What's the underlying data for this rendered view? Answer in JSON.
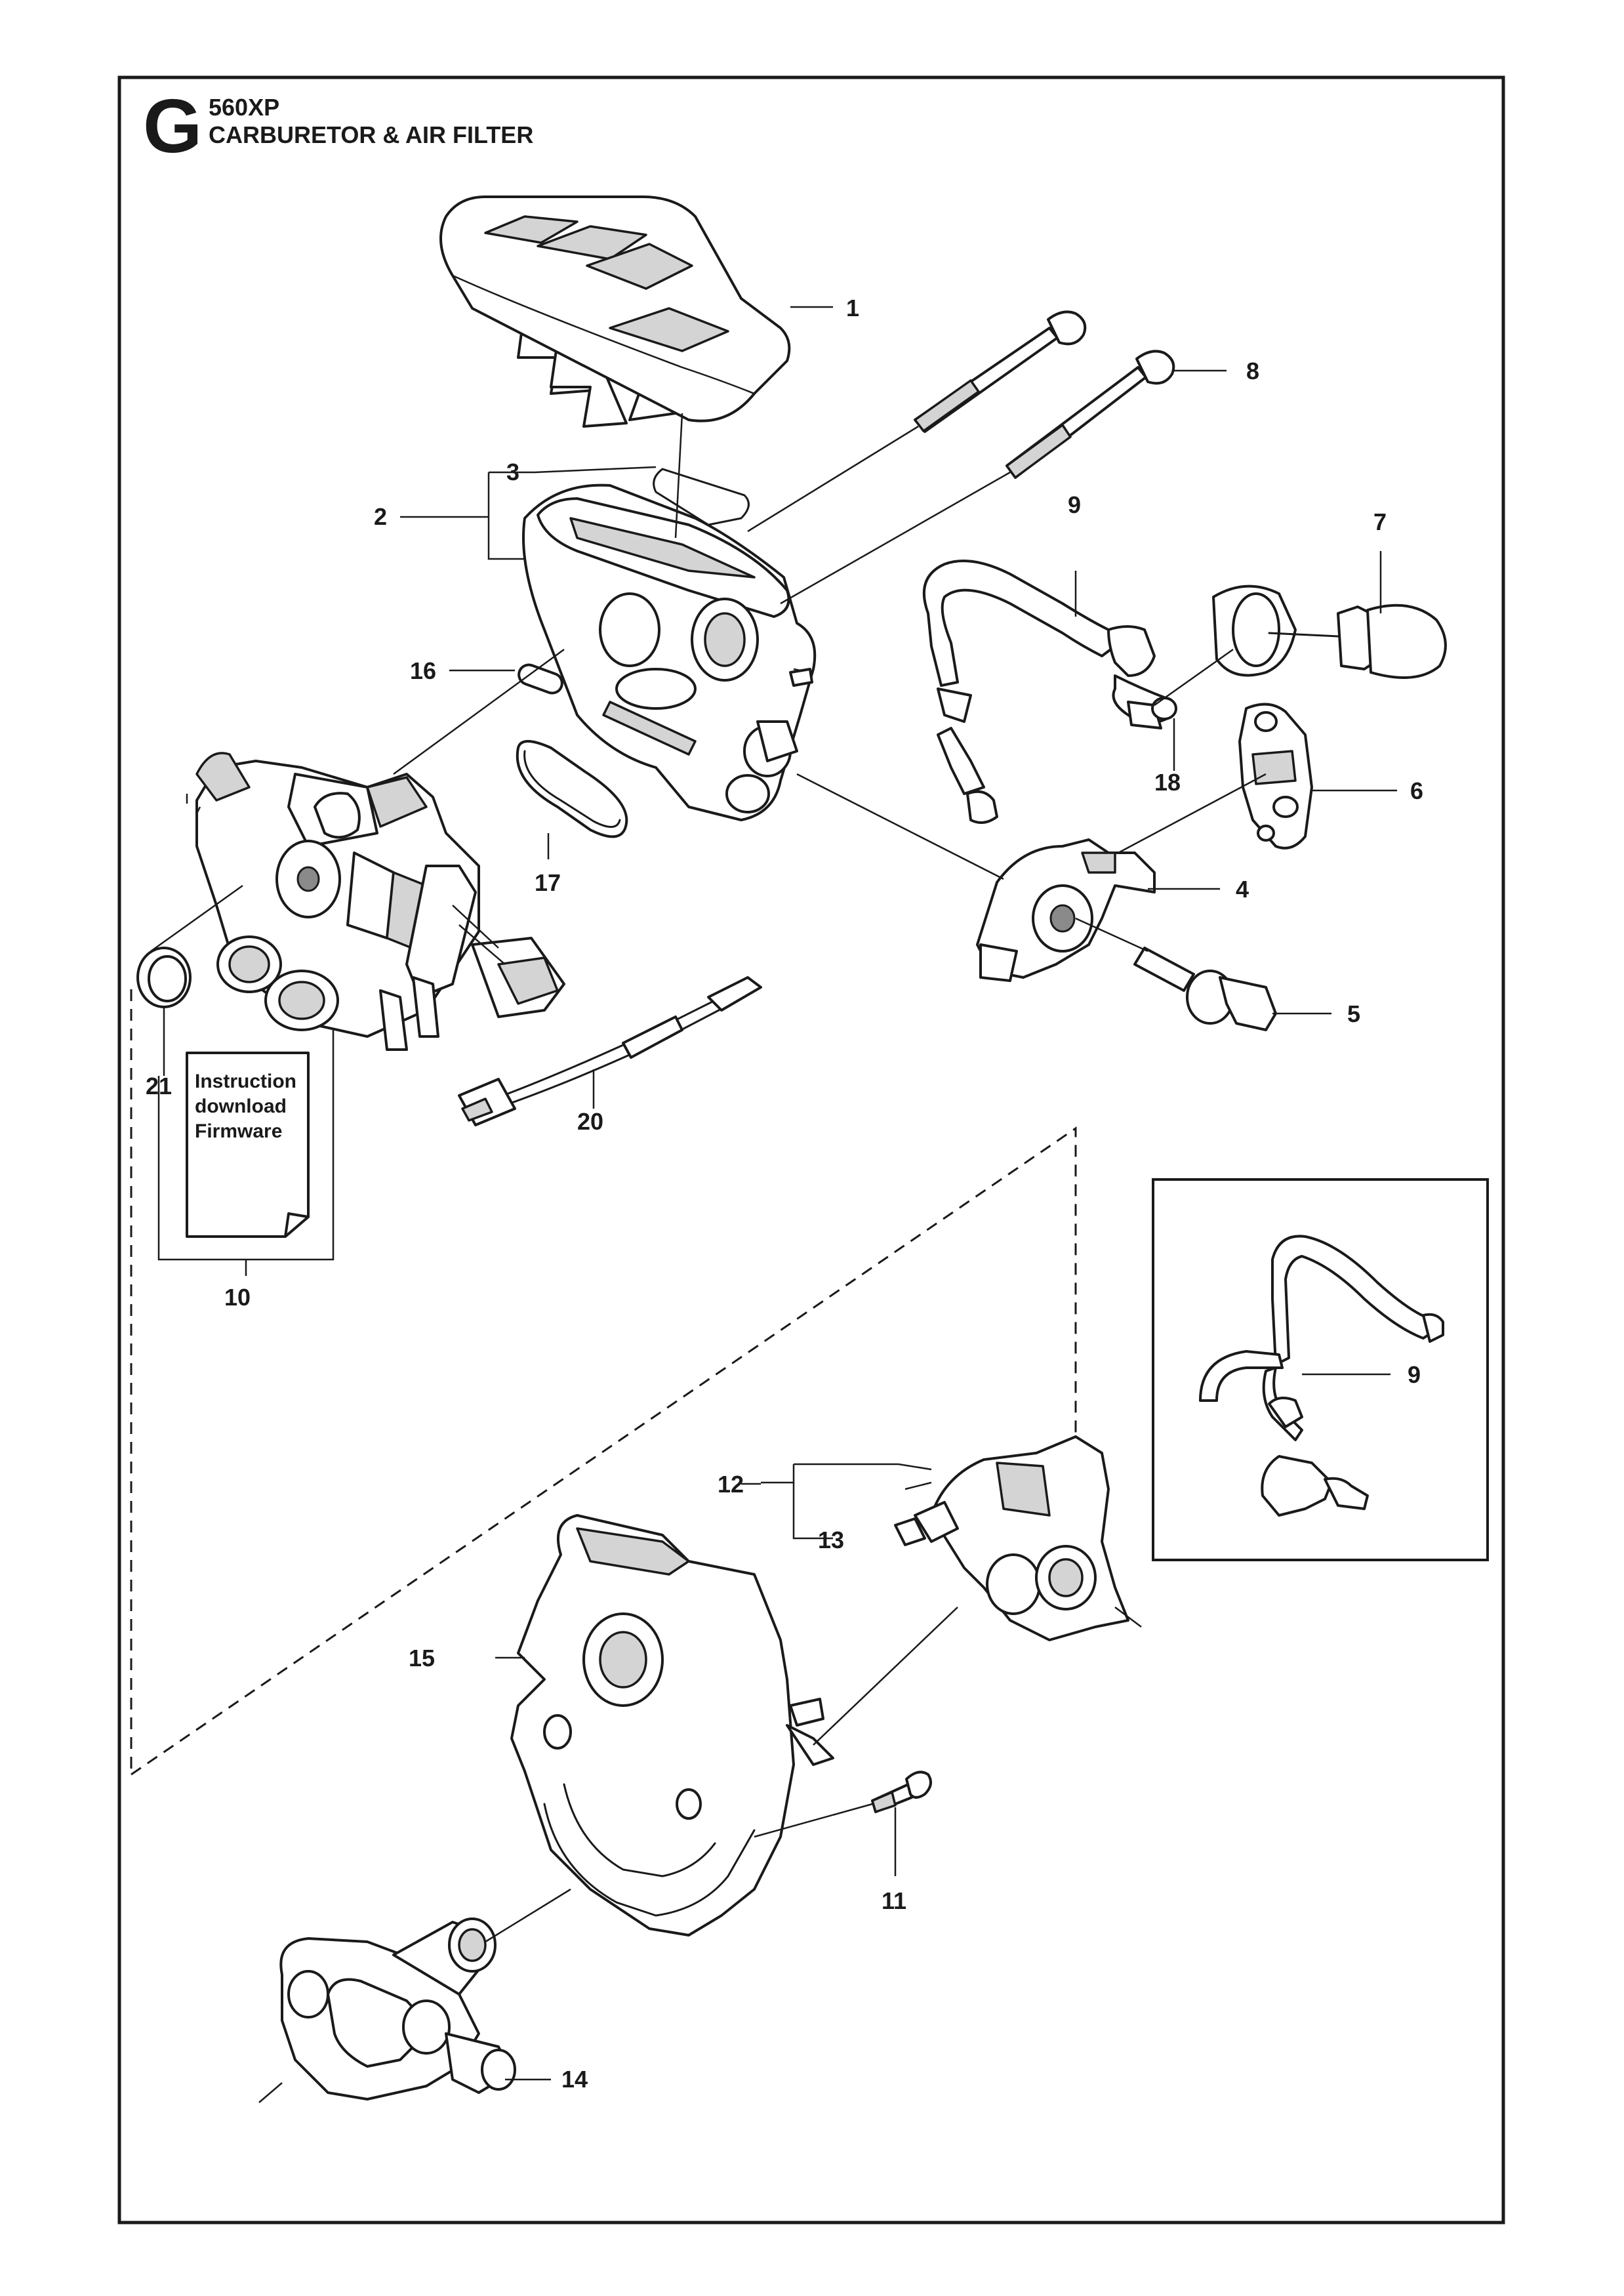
{
  "header": {
    "section_letter": "G",
    "model": "560XP",
    "title": "CARBURETOR & AIR FILTER"
  },
  "note_card": {
    "lines": [
      "Instruction",
      "download",
      "Firmware"
    ]
  },
  "callouts": {
    "c1": "1",
    "c2": "2",
    "c3": "3",
    "c4": "4",
    "c5": "5",
    "c6": "6",
    "c7": "7",
    "c8": "8",
    "c9": "9",
    "c9b": "9",
    "c10": "10",
    "c11": "11",
    "c12": "12",
    "c13": "13",
    "c14": "14",
    "c15": "15",
    "c16": "16",
    "c17": "17",
    "c18": "18",
    "c20": "20",
    "c21": "21"
  },
  "colors": {
    "line": "#1a1a1a",
    "part_fill": "#ffffff",
    "shade": "#d4d4d4",
    "background": "#ffffff"
  }
}
